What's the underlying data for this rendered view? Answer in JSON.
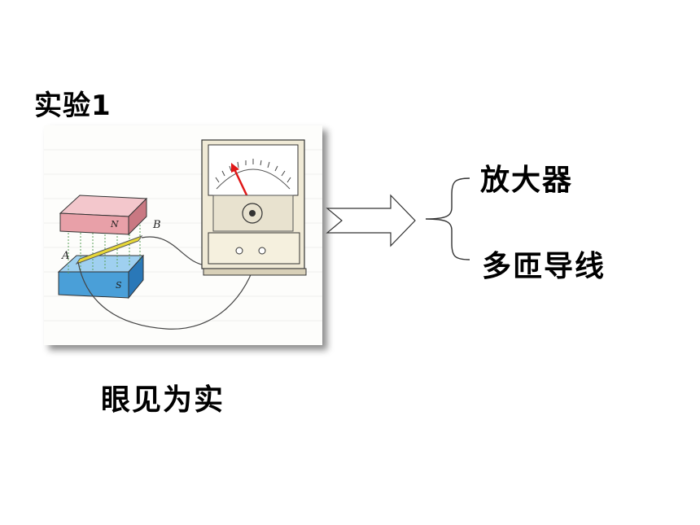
{
  "title": "实验1",
  "caption": "眼见为实",
  "figure": {
    "magnet_pole_top": "N",
    "magnet_pole_bottom": "S",
    "label_a": "A",
    "label_b": "B"
  },
  "result_items": [
    "放大器",
    "多匝导线"
  ],
  "colors": {
    "magnet_top": "#e8a0a8",
    "magnet_bottom": "#4a9fd8",
    "rod": "#e8d838",
    "needle": "#e01818",
    "meter_body": "#f0ead6"
  }
}
